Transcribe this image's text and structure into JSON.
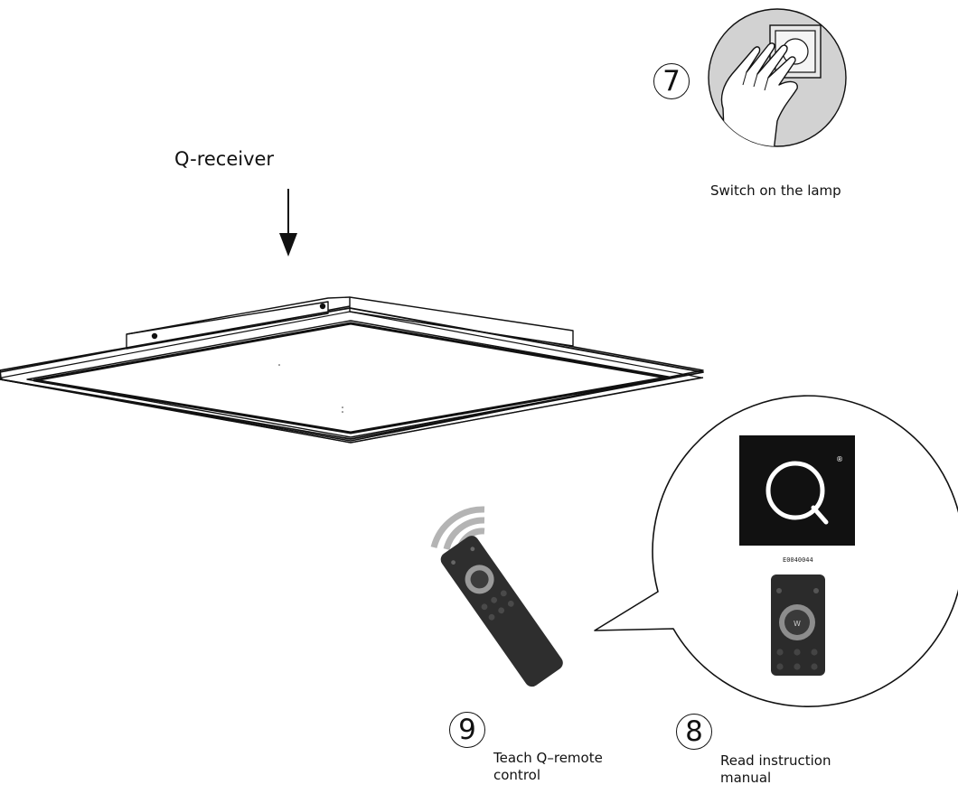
{
  "receiver": {
    "label": "Q-receiver"
  },
  "steps": [
    {
      "number": "7",
      "caption": "Switch on the lamp"
    },
    {
      "number": "8",
      "caption_line1": "Read  instruction",
      "caption_line2": "manual"
    },
    {
      "number": "9",
      "caption_line1": "Teach  Q–remote",
      "caption_line2": "control"
    }
  ],
  "manual": {
    "logo_letter": "Q",
    "registered_mark": "®",
    "code": "E0040044",
    "remote_wheel_letter": "W"
  }
}
